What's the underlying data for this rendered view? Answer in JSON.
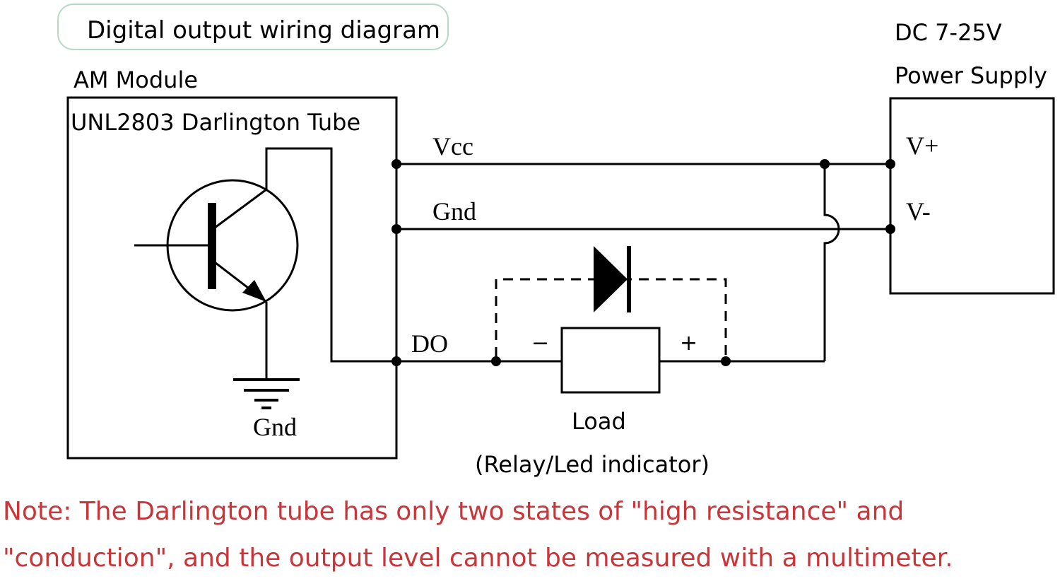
{
  "title": "Digital output wiring diagram",
  "module": {
    "label": "AM Module",
    "inner_label": "UNL2803 Darlington Tube",
    "ground_label": "Gnd"
  },
  "power_supply": {
    "label_line1": "DC 7-25V",
    "label_line2": "Power Supply",
    "terminal_pos": "V+",
    "terminal_neg": "V-"
  },
  "lines": {
    "vcc": "Vcc",
    "gnd": "Gnd",
    "do": "DO"
  },
  "load": {
    "minus": "−",
    "plus": "+",
    "label": "Load",
    "sublabel": "(Relay/Led indicator)"
  },
  "note": {
    "line1": "Note: The Darlington tube has only two states of \"high resistance\" and",
    "line2": "\"conduction\", and the output level cannot be measured with a multimeter.",
    "color": "#c8363a"
  }
}
